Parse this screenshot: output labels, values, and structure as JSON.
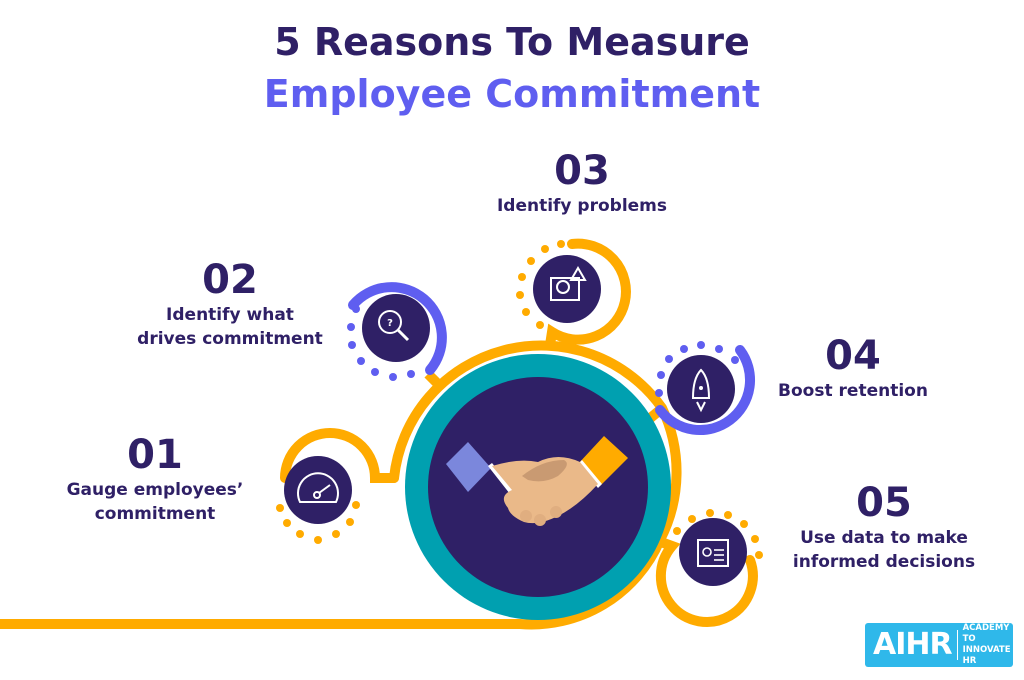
{
  "header": {
    "title_line1": "5 Reasons To Measure",
    "title_line2": "Employee Commitment"
  },
  "center": {
    "icon": "handshake-icon"
  },
  "steps": [
    {
      "number": "01",
      "label_line1": "Gauge employees’",
      "label_line2": "commitment",
      "icon": "speedometer-icon"
    },
    {
      "number": "02",
      "label_line1": "Identify what",
      "label_line2": "drives commitment",
      "icon": "magnifier-question-icon"
    },
    {
      "number": "03",
      "label_line1": "Identify problems",
      "label_line2": "",
      "icon": "chat-search-warning-icon"
    },
    {
      "number": "04",
      "label_line1": "Boost retention",
      "label_line2": "",
      "icon": "rocket-icon"
    },
    {
      "number": "05",
      "label_line1": "Use data to make",
      "label_line2": "informed decisions",
      "icon": "dashboard-chart-icon"
    }
  ],
  "logo": {
    "mark": "AIHR",
    "sub_line1": "ACADEMY TO",
    "sub_line2": "INNOVATE HR"
  },
  "colors": {
    "navy": "#2f2066",
    "violet": "#5f5ef0",
    "orange": "#ffab00",
    "teal": "#00a0b0",
    "logo_blue": "#2fb8ea"
  }
}
